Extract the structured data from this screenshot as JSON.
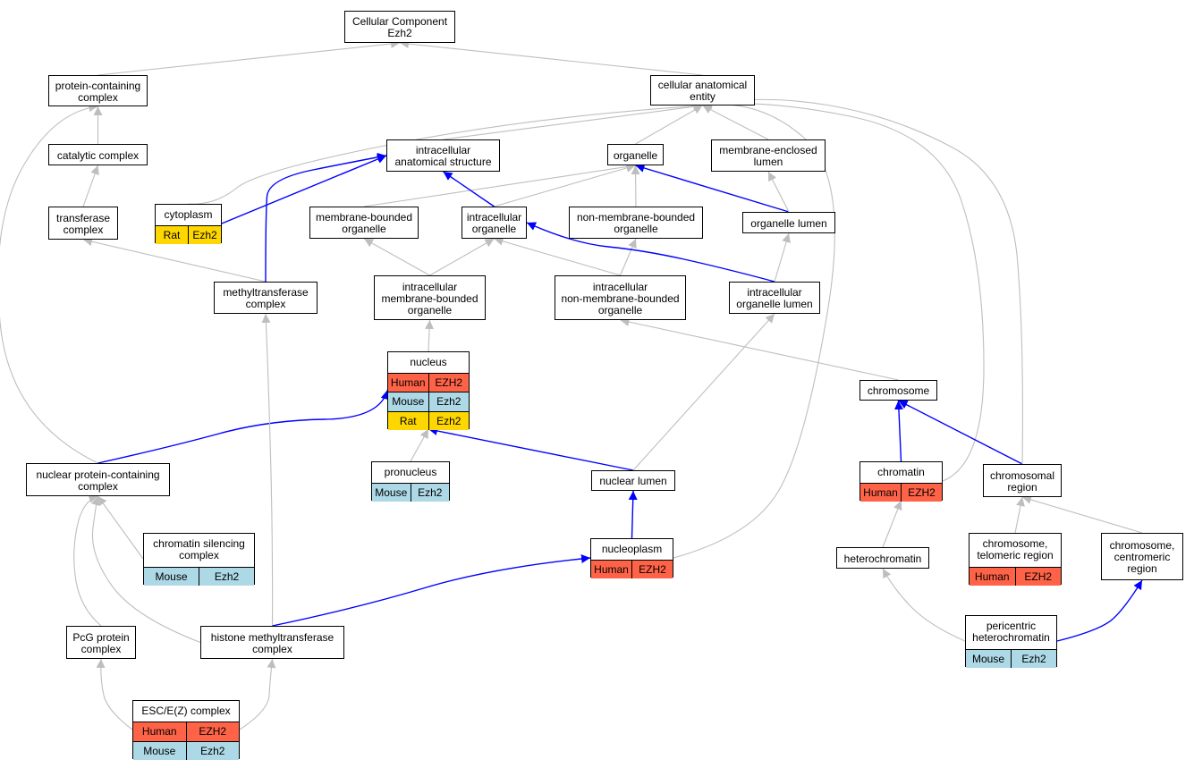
{
  "colors": {
    "Human": "#ff6347",
    "Mouse": "#add8e6",
    "Rat": "#ffd700",
    "edge_gray": "#bebebe",
    "edge_blue": "#0000ff"
  },
  "nodes": [
    {
      "id": "cc",
      "label": "Cellular Component\nEzh2"
    },
    {
      "id": "pcc",
      "label": "protein-containing\ncomplex"
    },
    {
      "id": "cae",
      "label": "cellular anatomical\nentity"
    },
    {
      "id": "cat",
      "label": "catalytic complex"
    },
    {
      "id": "ias",
      "label": "intracellular\nanatomical structure"
    },
    {
      "id": "org",
      "label": "organelle"
    },
    {
      "id": "mel",
      "label": "membrane-enclosed\nlumen"
    },
    {
      "id": "trc",
      "label": "transferase\ncomplex"
    },
    {
      "id": "cyt",
      "label": "cytoplasm",
      "rows": [
        [
          "Rat",
          "Ezh2"
        ]
      ]
    },
    {
      "id": "mbo",
      "label": "membrane-bounded\norganelle"
    },
    {
      "id": "io",
      "label": "intracellular\norganelle"
    },
    {
      "id": "nmbo",
      "label": "non-membrane-bounded\norganelle"
    },
    {
      "id": "ol",
      "label": "organelle lumen"
    },
    {
      "id": "mtc",
      "label": "methyltransferase\ncomplex"
    },
    {
      "id": "imbo",
      "label": "intracellular\nmembrane-bounded\norganelle"
    },
    {
      "id": "inmbo",
      "label": "intracellular\nnon-membrane-bounded\norganelle"
    },
    {
      "id": "iol",
      "label": "intracellular\norganelle lumen"
    },
    {
      "id": "nuc",
      "label": "nucleus",
      "rows": [
        [
          "Human",
          "EZH2"
        ],
        [
          "Mouse",
          "Ezh2"
        ],
        [
          "Rat",
          "Ezh2"
        ]
      ]
    },
    {
      "id": "chr",
      "label": "chromosome"
    },
    {
      "id": "npcc",
      "label": "nuclear protein-containing\ncomplex"
    },
    {
      "id": "pro",
      "label": "pronucleus",
      "rows": [
        [
          "Mouse",
          "Ezh2"
        ]
      ]
    },
    {
      "id": "nl",
      "label": "nuclear lumen"
    },
    {
      "id": "chrm",
      "label": "chromatin",
      "rows": [
        [
          "Human",
          "EZH2"
        ]
      ]
    },
    {
      "id": "chrg",
      "label": "chromosomal\nregion"
    },
    {
      "id": "csc",
      "label": "chromatin silencing\ncomplex",
      "rows": [
        [
          "Mouse",
          "Ezh2"
        ]
      ]
    },
    {
      "id": "np",
      "label": "nucleoplasm",
      "rows": [
        [
          "Human",
          "EZH2"
        ]
      ]
    },
    {
      "id": "het",
      "label": "heterochromatin"
    },
    {
      "id": "ctr",
      "label": "chromosome,\ntelomeric region",
      "rows": [
        [
          "Human",
          "EZH2"
        ]
      ]
    },
    {
      "id": "ccr",
      "label": "chromosome,\ncentromeric\nregion"
    },
    {
      "id": "pcg",
      "label": "PcG protein\ncomplex"
    },
    {
      "id": "hmtc",
      "label": "histone methyltransferase\ncomplex"
    },
    {
      "id": "phc",
      "label": "pericentric\nheterochromatin",
      "rows": [
        [
          "Mouse",
          "Ezh2"
        ]
      ]
    },
    {
      "id": "esc",
      "label": "ESC/E(Z) complex",
      "rows": [
        [
          "Human",
          "EZH2"
        ],
        [
          "Mouse",
          "Ezh2"
        ]
      ]
    }
  ],
  "edges": [
    {
      "from": "pcc",
      "to": "cc",
      "kind": "gray"
    },
    {
      "from": "cae",
      "to": "cc",
      "kind": "gray"
    },
    {
      "from": "cat",
      "to": "pcc",
      "kind": "gray"
    },
    {
      "from": "trc",
      "to": "cat",
      "kind": "gray"
    },
    {
      "from": "mtc",
      "to": "trc",
      "kind": "gray"
    },
    {
      "from": "ias",
      "to": "cae",
      "kind": "gray"
    },
    {
      "from": "org",
      "to": "cae",
      "kind": "gray"
    },
    {
      "from": "mel",
      "to": "cae",
      "kind": "gray"
    },
    {
      "from": "cyt",
      "to": "cae",
      "kind": "gray"
    },
    {
      "from": "cyt",
      "to": "ias",
      "kind": "blue"
    },
    {
      "from": "mtc",
      "to": "ias",
      "kind": "blue"
    },
    {
      "from": "mbo",
      "to": "org",
      "kind": "gray"
    },
    {
      "from": "io",
      "to": "org",
      "kind": "gray"
    },
    {
      "from": "nmbo",
      "to": "org",
      "kind": "gray"
    },
    {
      "from": "ol",
      "to": "org",
      "kind": "blue"
    },
    {
      "from": "ol",
      "to": "mel",
      "kind": "gray"
    },
    {
      "from": "io",
      "to": "ias",
      "kind": "blue"
    },
    {
      "from": "imbo",
      "to": "mbo",
      "kind": "gray"
    },
    {
      "from": "imbo",
      "to": "io",
      "kind": "gray"
    },
    {
      "from": "inmbo",
      "to": "io",
      "kind": "gray"
    },
    {
      "from": "inmbo",
      "to": "nmbo",
      "kind": "gray"
    },
    {
      "from": "iol",
      "to": "io",
      "kind": "blue"
    },
    {
      "from": "iol",
      "to": "ol",
      "kind": "gray"
    },
    {
      "from": "nuc",
      "to": "imbo",
      "kind": "gray"
    },
    {
      "from": "chr",
      "to": "inmbo",
      "kind": "gray"
    },
    {
      "from": "npcc",
      "to": "pcc",
      "kind": "gray"
    },
    {
      "from": "npcc",
      "to": "nuc",
      "kind": "blue"
    },
    {
      "from": "pro",
      "to": "nuc",
      "kind": "gray"
    },
    {
      "from": "nl",
      "to": "nuc",
      "kind": "blue"
    },
    {
      "from": "nl",
      "to": "iol",
      "kind": "gray"
    },
    {
      "from": "np",
      "to": "nl",
      "kind": "blue"
    },
    {
      "from": "np",
      "to": "cae",
      "kind": "gray"
    },
    {
      "from": "chrm",
      "to": "chr",
      "kind": "blue"
    },
    {
      "from": "chrm",
      "to": "cae",
      "kind": "gray"
    },
    {
      "from": "chrg",
      "to": "chr",
      "kind": "blue"
    },
    {
      "from": "chrg",
      "to": "cae",
      "kind": "gray"
    },
    {
      "from": "het",
      "to": "chrm",
      "kind": "gray"
    },
    {
      "from": "ctr",
      "to": "chrg",
      "kind": "gray"
    },
    {
      "from": "ccr",
      "to": "chrg",
      "kind": "gray"
    },
    {
      "from": "phc",
      "to": "het",
      "kind": "gray"
    },
    {
      "from": "phc",
      "to": "ccr",
      "kind": "blue"
    },
    {
      "from": "csc",
      "to": "npcc",
      "kind": "gray"
    },
    {
      "from": "pcg",
      "to": "npcc",
      "kind": "gray"
    },
    {
      "from": "hmtc",
      "to": "npcc",
      "kind": "gray"
    },
    {
      "from": "hmtc",
      "to": "mtc",
      "kind": "gray"
    },
    {
      "from": "hmtc",
      "to": "np",
      "kind": "blue"
    },
    {
      "from": "esc",
      "to": "pcg",
      "kind": "gray"
    },
    {
      "from": "esc",
      "to": "hmtc",
      "kind": "gray"
    }
  ]
}
